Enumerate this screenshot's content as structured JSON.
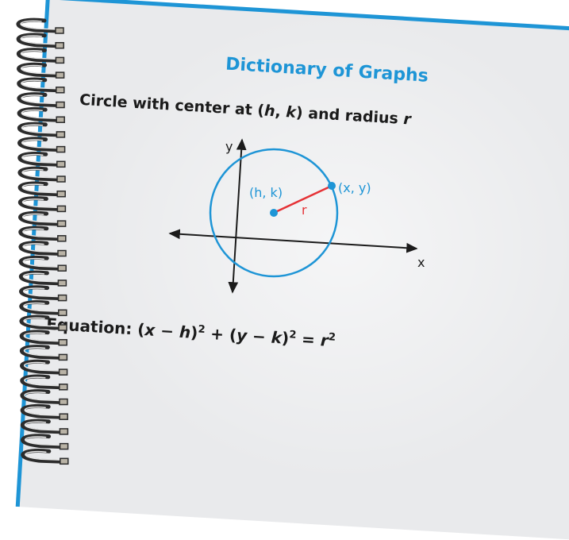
{
  "heading": "Dictionary of Graphs",
  "subtitle": {
    "prefix": "Circle with center at (",
    "h": "h",
    "sep": ", ",
    "k": "k",
    "mid": ") and radius ",
    "r": "r"
  },
  "graph": {
    "x_axis_label": "x",
    "y_axis_label": "y",
    "center_label": "(h, k)",
    "point_label": "(x, y)",
    "radius_label": "r"
  },
  "equation": {
    "label": "Equation: ",
    "open1": "(",
    "x": "x",
    "minus1": " − ",
    "h": "h",
    "close1": ")",
    "exp1": "2",
    "plus": " + (",
    "y": "y",
    "minus2": " − ",
    "k": "k",
    "close2": ")",
    "exp2": "2",
    "equals": " = ",
    "r": "r",
    "exp3": "2"
  },
  "colors": {
    "accent": "#1e95d6",
    "radius_line": "#e53236",
    "text": "#1b1b1b",
    "card": "#e9eaec"
  }
}
